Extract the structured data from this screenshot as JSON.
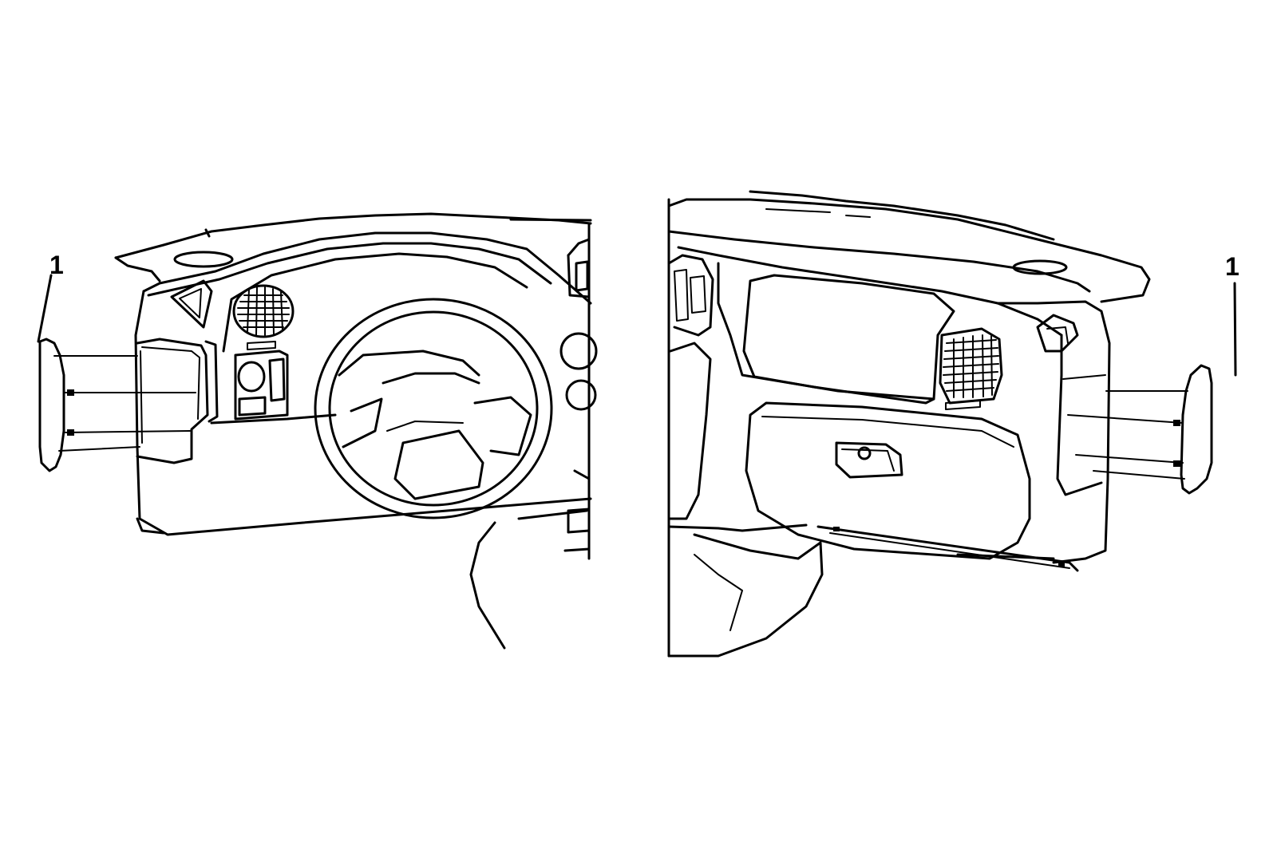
{
  "diagram": {
    "callouts": [
      {
        "id": "left-end-panel",
        "label": "1"
      },
      {
        "id": "right-end-panel",
        "label": "1"
      }
    ],
    "colors": {
      "line": "#000000",
      "background": "#ffffff"
    }
  }
}
